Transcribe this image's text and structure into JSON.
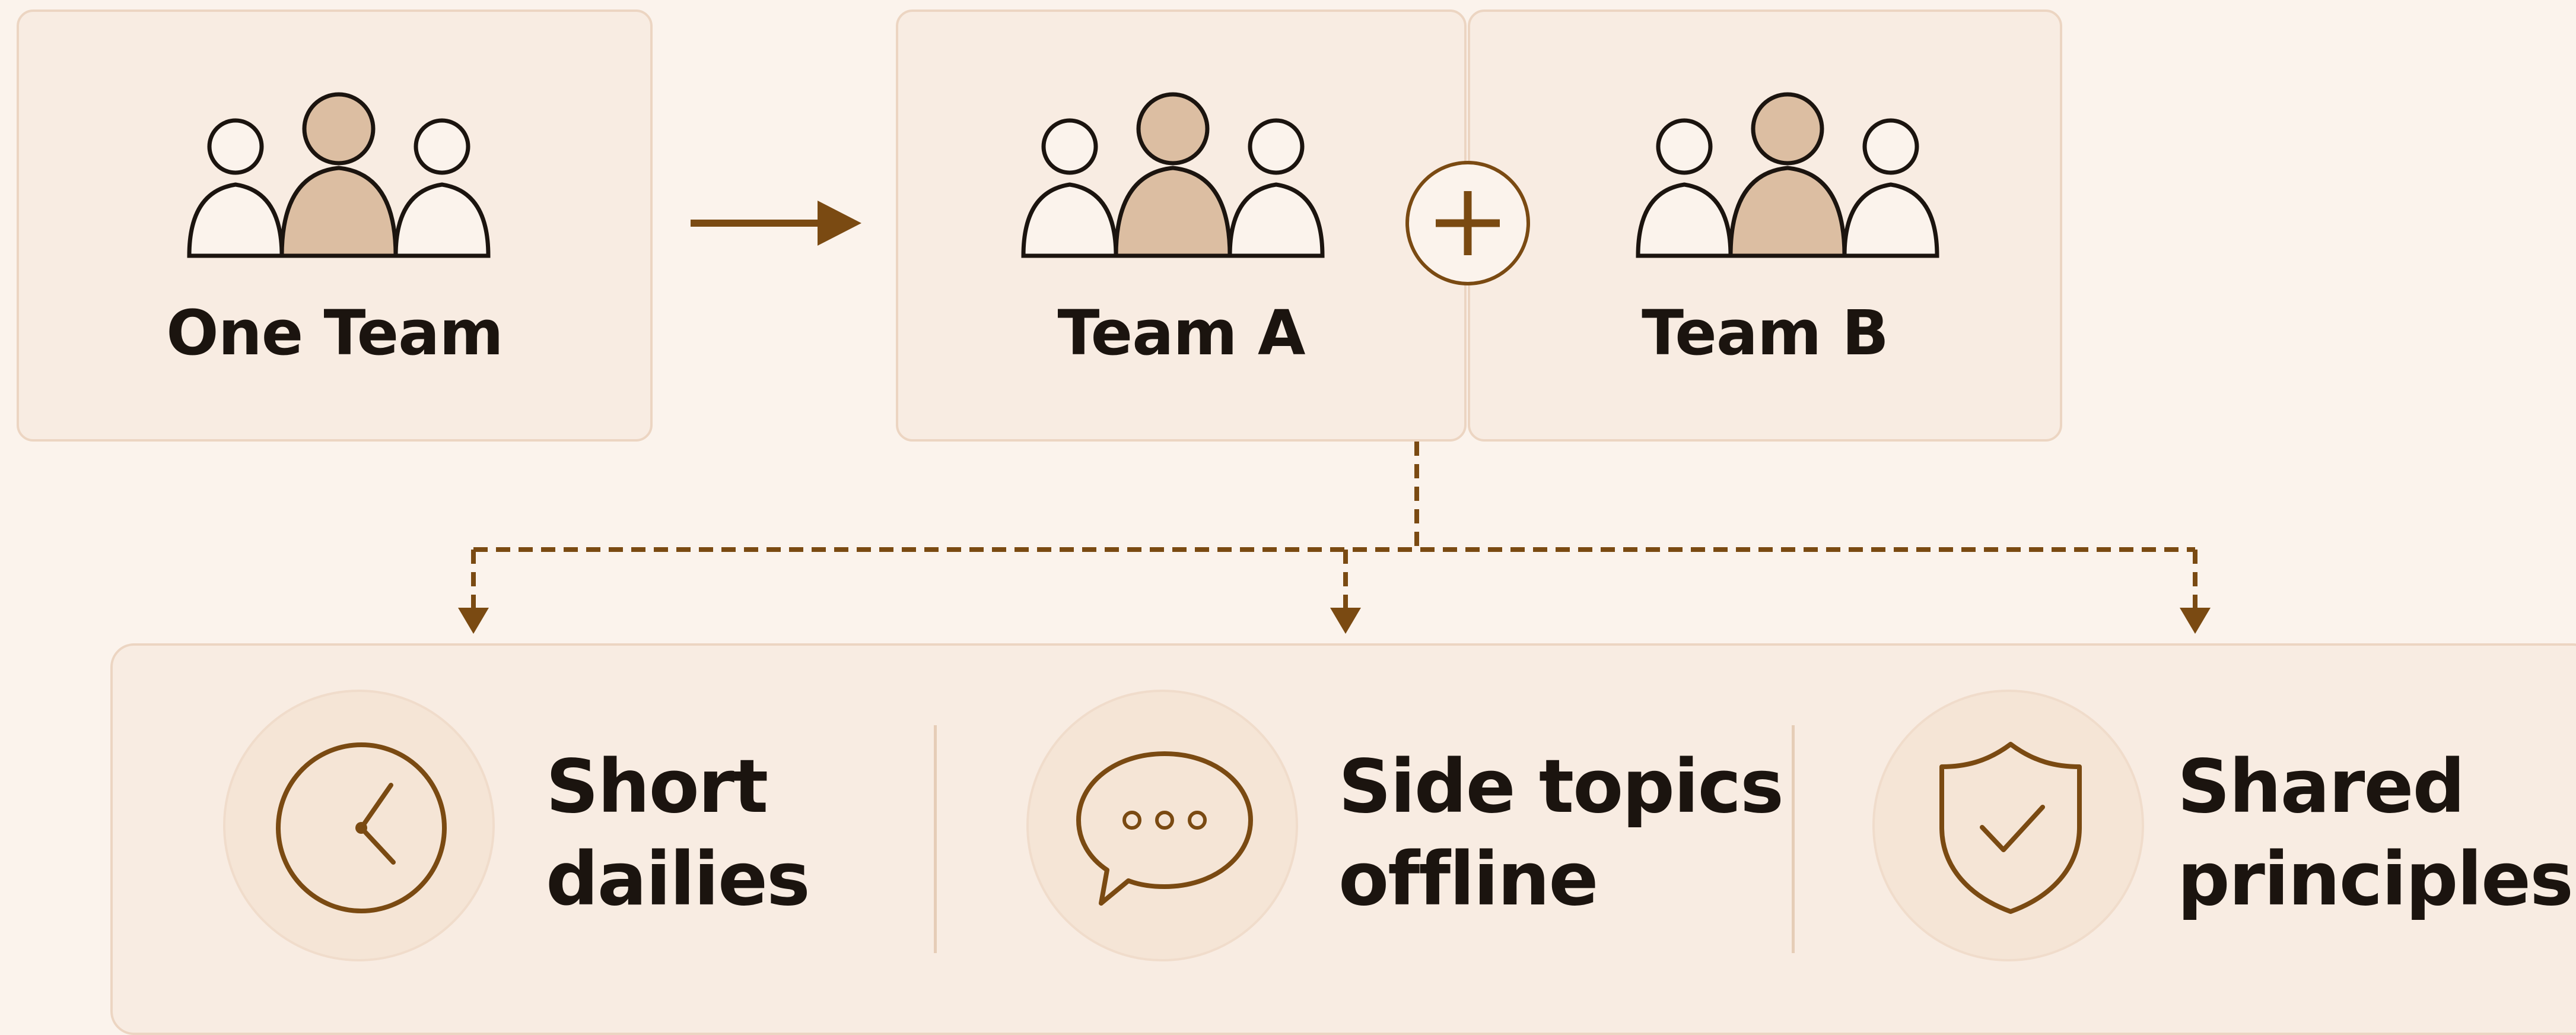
{
  "teams": {
    "before": {
      "label": "One Team",
      "icon": "team-icon"
    },
    "after": [
      {
        "label": "Team A",
        "icon": "team-icon"
      },
      {
        "label": "Team B",
        "icon": "team-icon"
      }
    ],
    "split_arrow_icon": "arrow-right-icon",
    "plus_icon": "plus-icon"
  },
  "benefits": [
    {
      "line1": "Short",
      "line2": "dailies",
      "icon": "clock-icon"
    },
    {
      "line1": "Side topics",
      "line2": "offline",
      "icon": "speech-bubble-icon"
    },
    {
      "line1": "Shared",
      "line2": "principles",
      "icon": "shield-check-icon"
    }
  ],
  "colors": {
    "background": "#fbf3ec",
    "card": "#f8ece2",
    "accent": "#7a4a12",
    "person_fill": "#dcbea2",
    "text": "#1b140f"
  }
}
